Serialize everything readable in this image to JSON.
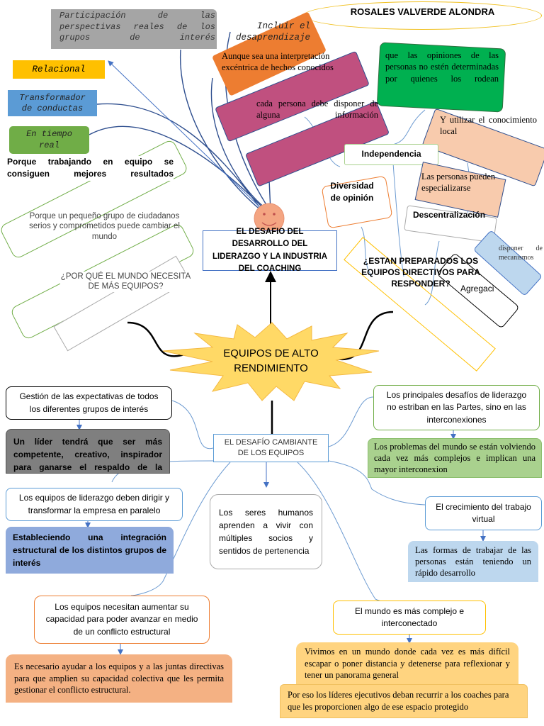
{
  "author": "ROSALES VALVERDE ALONDRA",
  "top": {
    "participacion": "Participación de las perspectivas reales de los grupos de interés",
    "incluir": "Incluir el desaprendizaje",
    "relacional": "Relacional",
    "transformador": "Transformador de conductas",
    "tiempo_real": "En tiempo real",
    "porque_trabajando": "Porque trabajando en equipo se consiguen mejores resultados",
    "aunque": "Aunque sea una interpretación excéntrica de hechos conocidos",
    "cada_persona": "cada persona debe disponer de alguna información",
    "opiniones": "que las opiniones de las personas no estén determinadas por quienes los rodean",
    "utilizar": "Y utilizar el conocimiento local",
    "independencia": "Independencia",
    "especializarse": "Las personas pueden especializarse",
    "diversidad": "Diversidad de opinión",
    "descentralizacion": "Descentralización",
    "mecanismos": "disponer de mecanismos",
    "agregacion": "Agregaci",
    "preparados": "¿ESTAN PREPARADOS LOS EQUIPOS DIRECTIVOS PARA RESPONDER?",
    "pequeno_grupo": "Porque un pequeño grupo de ciudadanos serios y comprometidos puede cambiar el mundo",
    "por_que": "¿POR QUÉ EL MUNDO NECESITA DE MÁS EQUIPOS?",
    "desafio_desarrollo": "EL DESAFIO DEL DESARROLLO DEL LIDERAZGO Y LA INDUSTRIA DEL COACHING"
  },
  "center": {
    "title": "EQUIPOS DE ALTO RENDIMIENTO",
    "desafio_cambiante": "EL DESAFÍO CAMBIANTE DE LOS EQUIPOS"
  },
  "bottom": {
    "gestion": "Gestión de las expectativas de todos los diferentes grupos de interés",
    "lider": "Un líder tendrá que ser más competente, creativo, inspirador para ganarse el respaldo de la",
    "equipos_liderazgo": "Los equipos de liderazgo deben dirigir y transformar la empresa en paralelo",
    "estableciendo": "Estableciendo una integración estructural de los distintos grupos de interés",
    "seres_humanos": "Los seres humanos aprenden a vivir con múltiples socios y sentidos de pertenencia",
    "principales": "Los principales desafíos de liderazgo no estriban en las Partes, sino en las interconexiones",
    "problemas": "Los problemas del mundo se están volviendo cada vez más complejos e implican una mayor interconexion",
    "crecimiento": "El crecimiento del trabajo virtual",
    "formas": "Las formas de trabajar de las personas están teniendo un rápido desarrollo",
    "necesitan": "Los equipos necesitan aumentar su capacidad para poder avanzar en medio de un conflicto estructural",
    "necesario": "Es necesario ayudar a los equipos y a las juntas directivas para que amplien su capacidad colectiva que les permita gestionar el conflicto estructural.",
    "mundo_complejo": "El mundo es más complejo e interconectado",
    "vivimos": "Vivimos en un mundo donde cada vez es más difícil escapar o poner distancia y detenerse para reflexionar y tener un panorama general",
    "por_eso": "Por eso los líderes ejecutivos deban recurrir a los coaches para que les proporcionen algo de ese espacio protegido"
  },
  "colors": {
    "gray": "#a5a5a5",
    "yellow": "#ffc000",
    "blue": "#5b9bd5",
    "green": "#70ad47",
    "orange": "#ed7d31",
    "magenta": "#c0507f",
    "bright_green": "#00b050",
    "peach": "#f8cbad",
    "light_blue": "#bdd7ee",
    "star": "#ffd966",
    "dark_gray": "#7f7f7f",
    "periwinkle": "#8faadc",
    "light_green": "#a9d18e",
    "salmon": "#f4b183",
    "gold": "#ffd480",
    "connector": "#4472c4"
  }
}
